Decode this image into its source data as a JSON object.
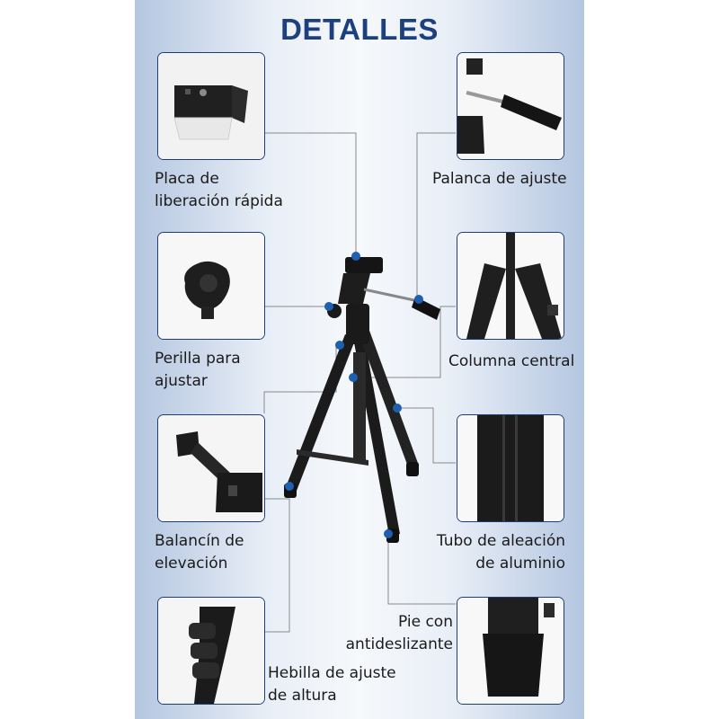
{
  "title": "DETALLES",
  "features": {
    "quick_release": {
      "line1": "Placa de",
      "line2": "liberación rápida"
    },
    "lever": {
      "line1": "Palanca de ajuste"
    },
    "knob": {
      "line1": "Perilla para",
      "line2": "ajustar"
    },
    "column": {
      "line1": "Columna central"
    },
    "rocker": {
      "line1": "Balancín de",
      "line2": "elevación"
    },
    "tube": {
      "line1": "Tubo de aleación",
      "line2": "de aluminio"
    },
    "foot": {
      "line1": "Pie con",
      "line2": "antideslizante"
    },
    "buckle": {
      "line1": "Hebilla de ajuste",
      "line2": "de altura"
    }
  },
  "colors": {
    "title": "#1c3f7d",
    "border": "#1d3d78",
    "dot": "#1f5fb0",
    "line": "#8a8a8a"
  }
}
